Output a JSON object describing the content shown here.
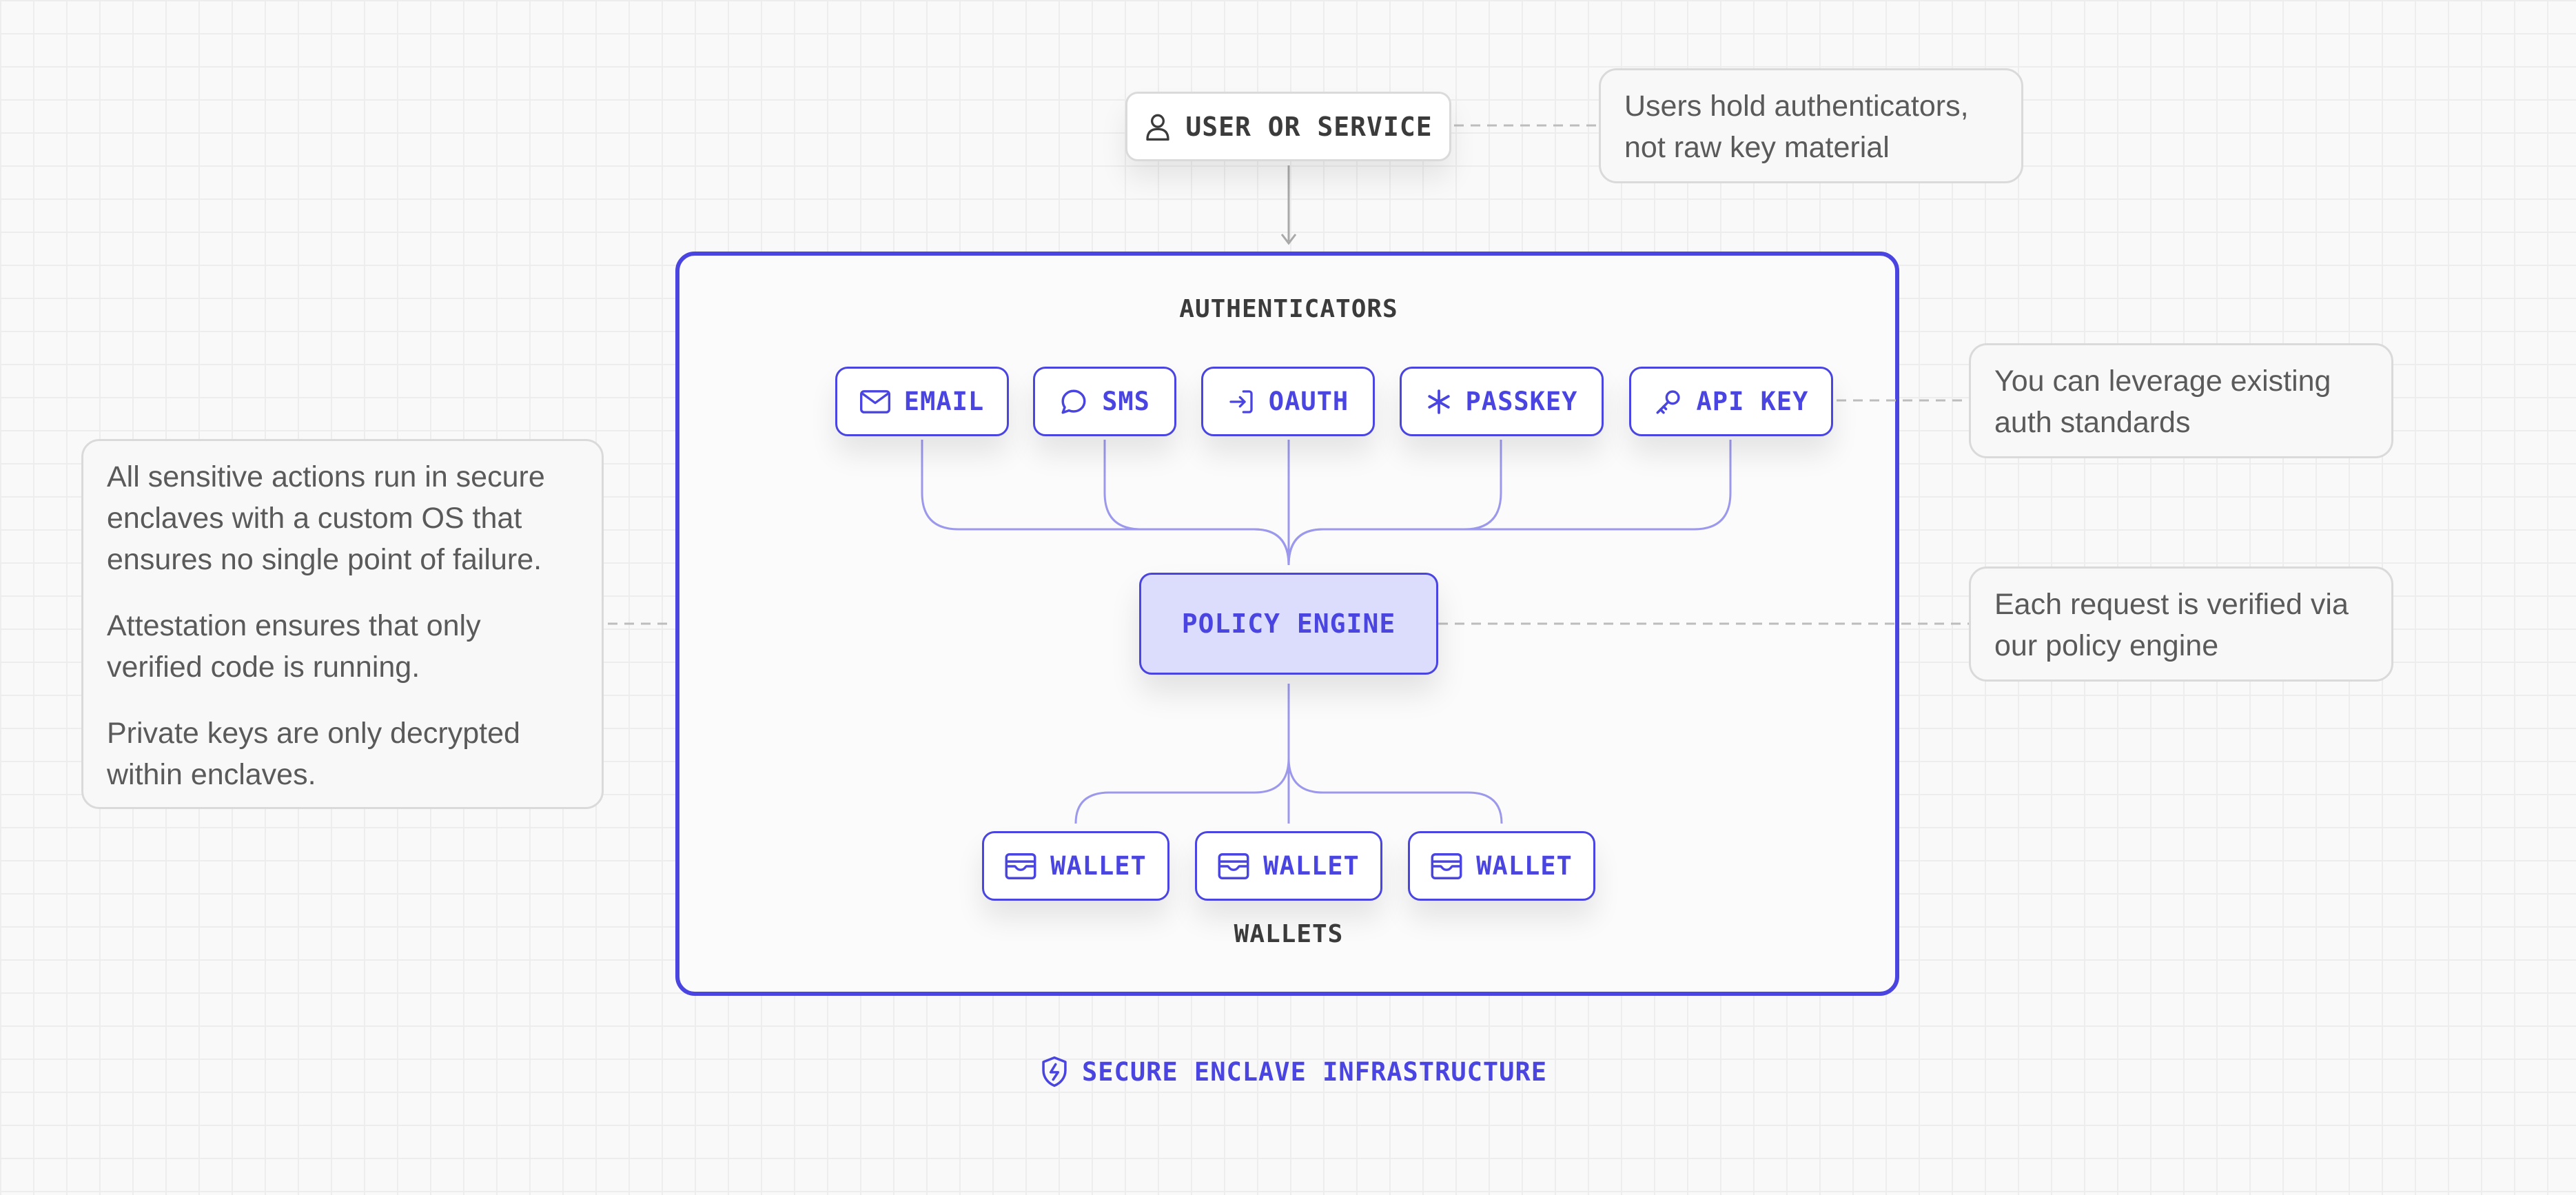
{
  "colors": {
    "accent": "#4a45e0",
    "policy_fill": "#dcdcfc",
    "connector": "#9c99ec",
    "leader": "#bdbdbd",
    "text_dark": "#3b3b3b",
    "text_note": "#5a5a5a"
  },
  "user_node": {
    "label": "USER OR SERVICE",
    "icon": "user-icon"
  },
  "authenticators": {
    "title": "AUTHENTICATORS",
    "items": [
      {
        "label": "EMAIL",
        "icon": "mail-icon"
      },
      {
        "label": "SMS",
        "icon": "chat-bubble-icon"
      },
      {
        "label": "OAUTH",
        "icon": "login-icon"
      },
      {
        "label": "PASSKEY",
        "icon": "asterisk-icon"
      },
      {
        "label": "API KEY",
        "icon": "key-icon"
      }
    ]
  },
  "policy_engine": {
    "label": "POLICY ENGINE"
  },
  "wallets": {
    "title": "WALLETS",
    "items": [
      {
        "label": "WALLET",
        "icon": "wallet-icon"
      },
      {
        "label": "WALLET",
        "icon": "wallet-icon"
      },
      {
        "label": "WALLET",
        "icon": "wallet-icon"
      }
    ]
  },
  "enclave": {
    "caption": "SECURE ENCLAVE INFRASTRUCTURE",
    "icon": "shield-bolt-icon"
  },
  "notes": {
    "user": {
      "lines": [
        "Users hold authenticators,",
        "not raw key material"
      ]
    },
    "auth": {
      "lines": [
        "You can leverage existing",
        "auth standards"
      ]
    },
    "policy": {
      "lines": [
        "Each request is verified via",
        "our policy engine"
      ]
    },
    "enclave": {
      "paragraphs": [
        [
          "All sensitive actions run in secure",
          "enclaves with a custom OS that",
          "ensures no single point of failure."
        ],
        [
          "Attestation ensures that only",
          "verified code is running."
        ],
        [
          "Private keys are only decrypted",
          "within enclaves."
        ]
      ]
    }
  }
}
